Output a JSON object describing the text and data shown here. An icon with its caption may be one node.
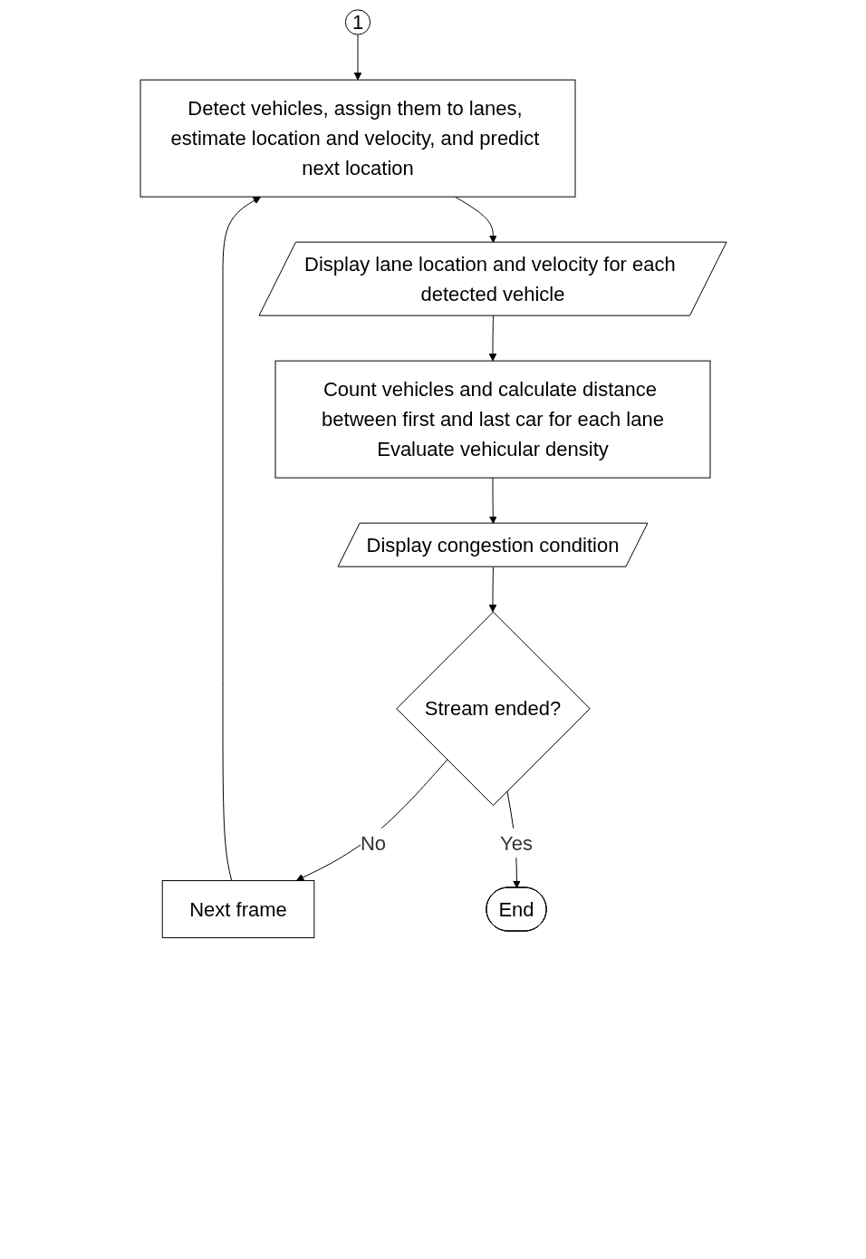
{
  "diagram": {
    "nodes": [
      {
        "text": [
          "1"
        ]
      },
      {
        "text": [
          "Detect vehicles, assign them to lanes, estimate location and velocity, and predict next location"
        ]
      },
      {
        "text": [
          "Display lane location and velocity for each detected vehicle"
        ]
      },
      {
        "text": [
          "Count vehicles and calculate distance between first and last car for each lane",
          "Evaluate vehicular density"
        ]
      },
      {
        "text": [
          "Display congestion condition"
        ]
      },
      {
        "text": [
          "Stream ended?"
        ]
      },
      {
        "text": [
          "Next frame"
        ]
      },
      {
        "text": [
          "End"
        ]
      }
    ],
    "edges": [
      {
        "from": 0,
        "to": 1,
        "arrow": "to"
      },
      {
        "from": 1,
        "to": 2,
        "arrow": "to"
      },
      {
        "from": 2,
        "to": 3,
        "arrow": "to"
      },
      {
        "from": 3,
        "to": 4,
        "arrow": "to"
      },
      {
        "from": 4,
        "to": 5,
        "arrow": "to"
      },
      {
        "from": 5,
        "to": 6,
        "label": "No",
        "arrow": "to"
      },
      {
        "from": 6,
        "to": 1,
        "arrow": "to"
      },
      {
        "from": 5,
        "to": 7,
        "label": "Yes",
        "arrow": "to"
      }
    ]
  }
}
